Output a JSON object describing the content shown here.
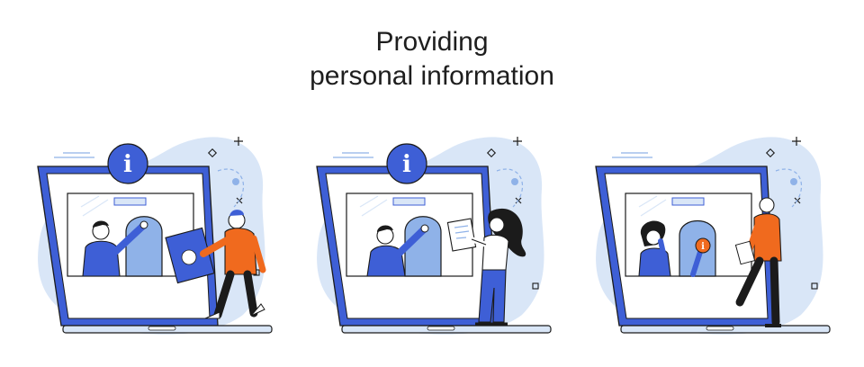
{
  "title": {
    "line1": "Providing",
    "line2": "personal information"
  },
  "colors": {
    "accent_blue": "#3e5fd6",
    "light_blue": "#d9e6f7",
    "mid_blue": "#8fb2e8",
    "orange": "#f06a1e",
    "outline": "#1b1b1b",
    "badge_blue": "#3e5fd6"
  },
  "scenes": [
    {
      "name": "handing-document",
      "badge_icon": "info-icon"
    },
    {
      "name": "showing-document",
      "badge_icon": "info-icon"
    },
    {
      "name": "thinking-person",
      "badge_icon": "info-icon"
    }
  ]
}
